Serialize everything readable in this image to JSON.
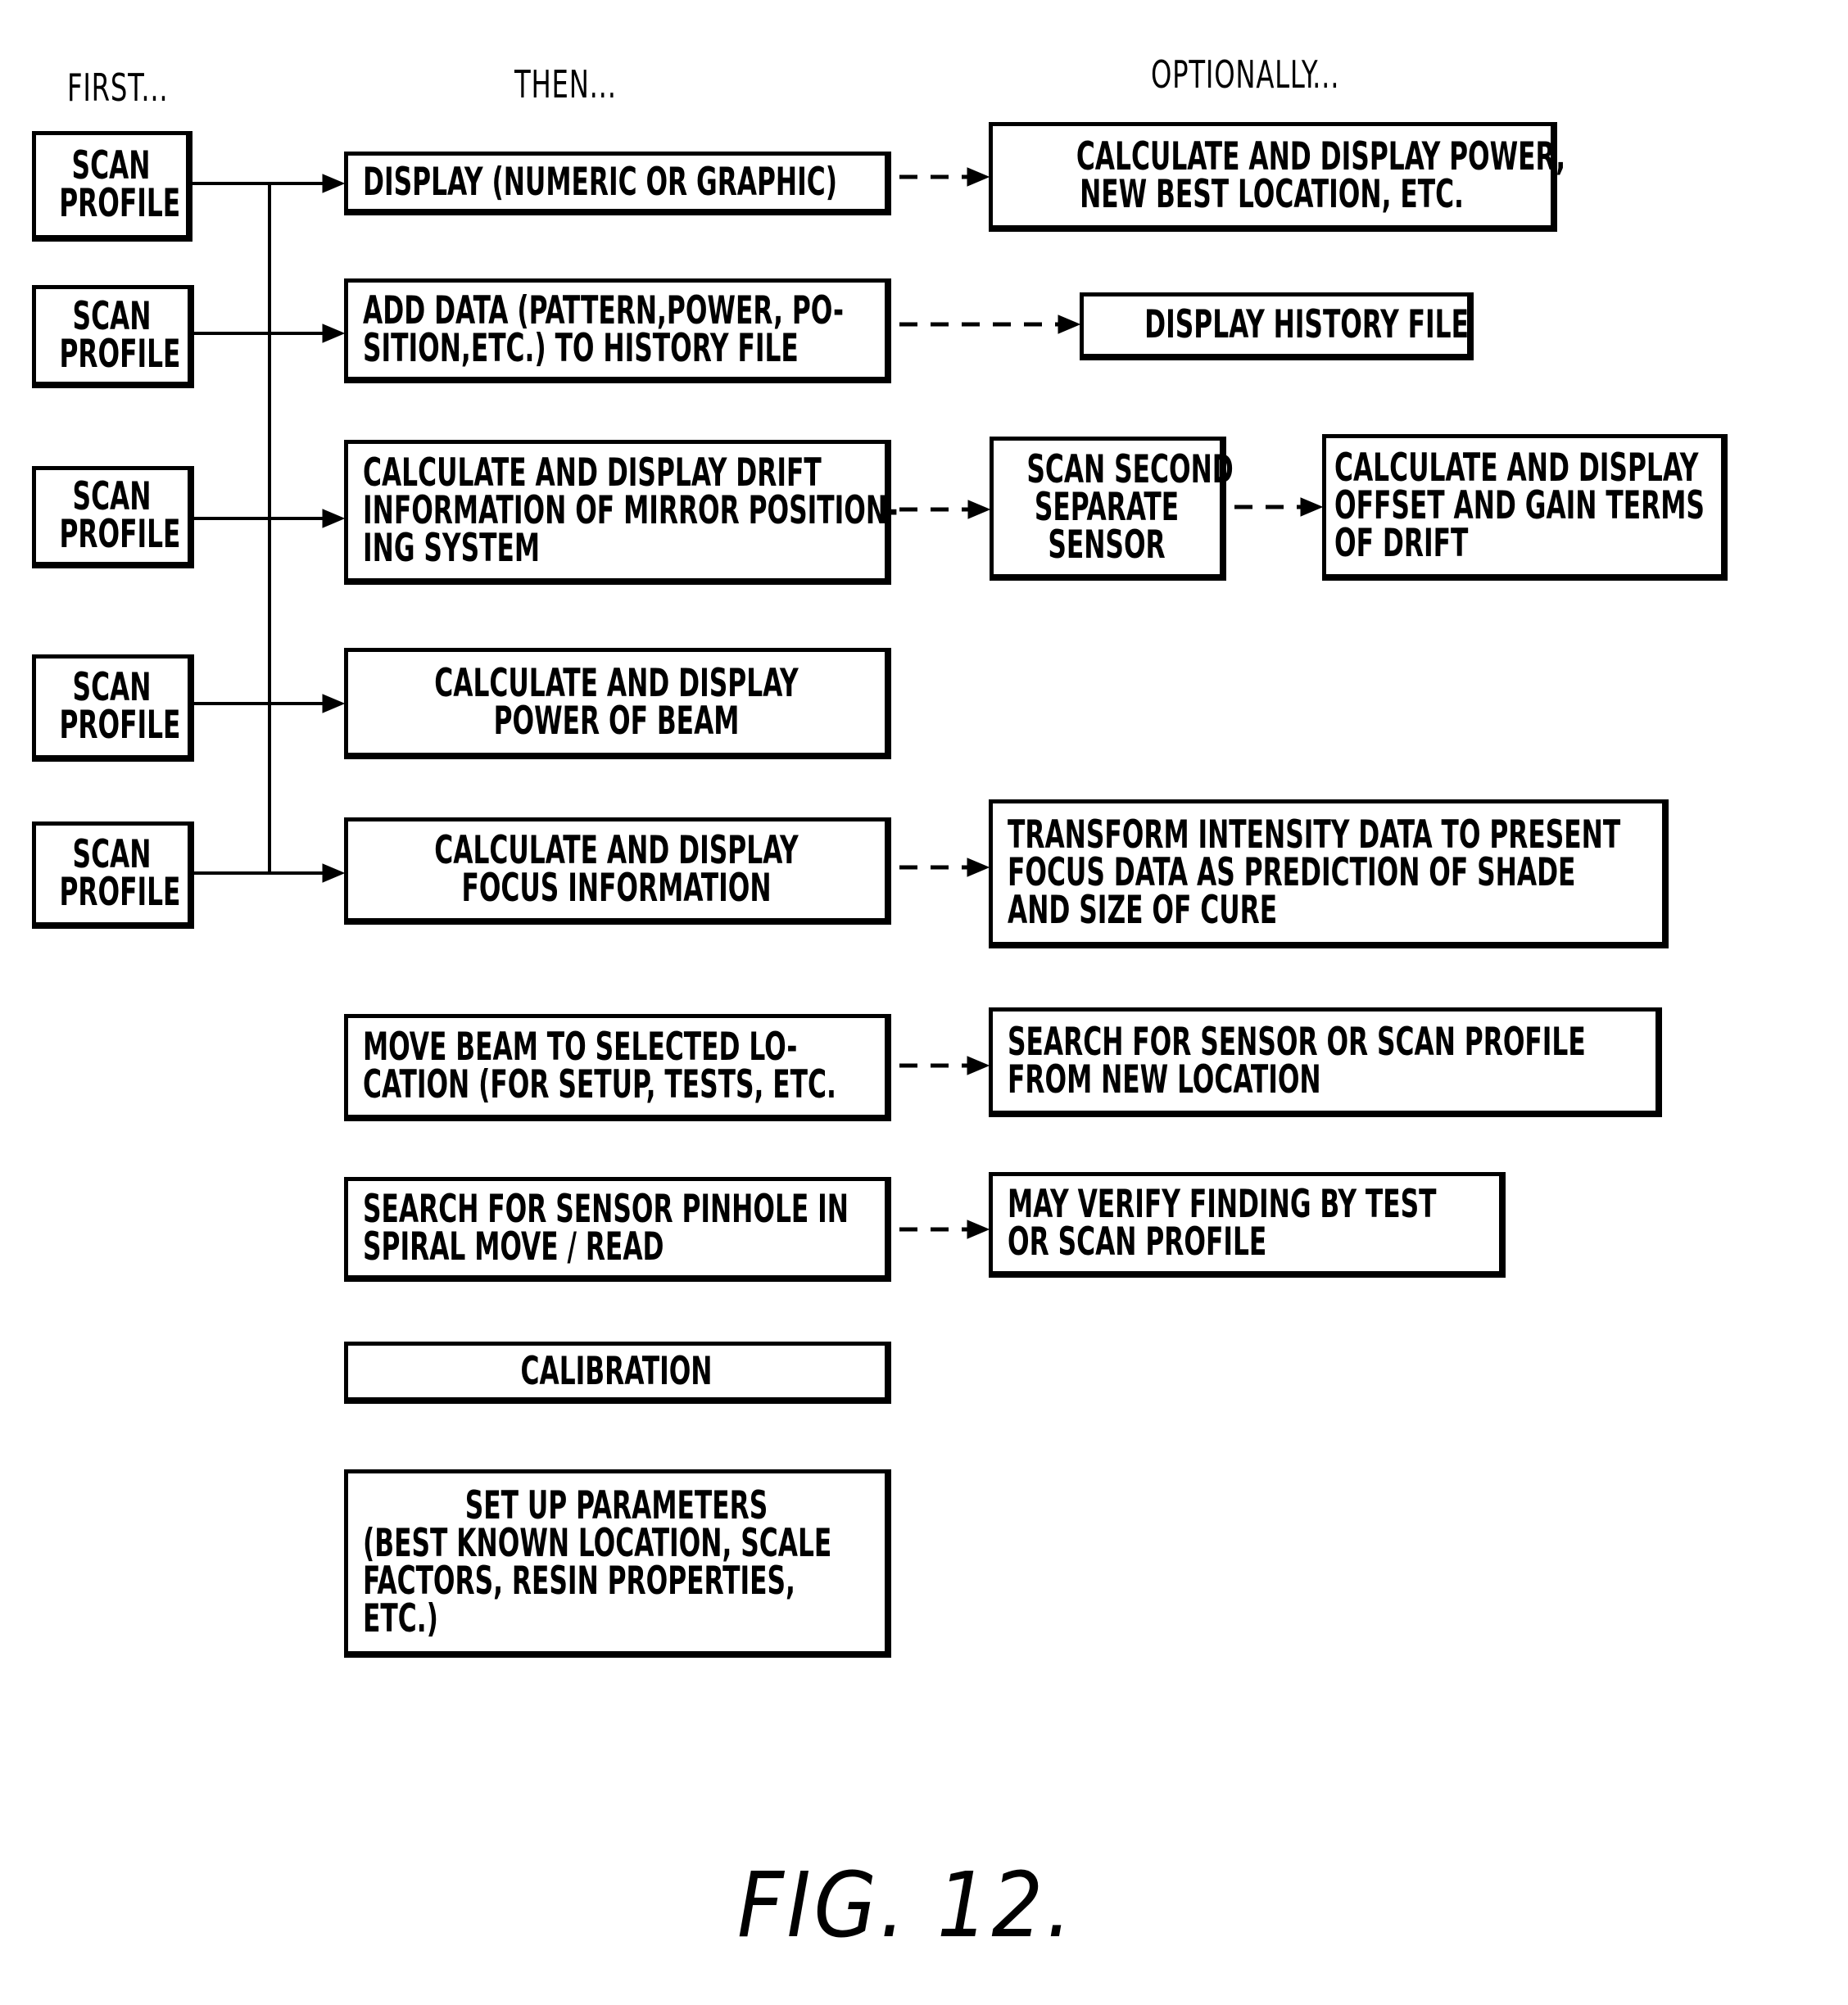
{
  "headers": {
    "first": "FIRST...",
    "then": "THEN...",
    "optionally": "OPTIONALLY..."
  },
  "scan_boxes": [
    {
      "lines": [
        "SCAN",
        "PROFILE"
      ]
    },
    {
      "lines": [
        "SCAN",
        "PROFILE"
      ]
    },
    {
      "lines": [
        "SCAN",
        "PROFILE"
      ]
    },
    {
      "lines": [
        "SCAN",
        "PROFILE"
      ]
    },
    {
      "lines": [
        "SCAN",
        "PROFILE"
      ]
    }
  ],
  "then_boxes": [
    {
      "lines": [
        "DISPLAY (NUMERIC OR GRAPHIC)"
      ]
    },
    {
      "lines": [
        "ADD DATA (PATTERN,POWER, PO-",
        "SITION,ETC.) TO HISTORY FILE"
      ]
    },
    {
      "lines": [
        "CALCULATE  AND  DISPLAY DRIFT",
        "INFORMATION OF MIRROR POSITION-",
        "ING SYSTEM"
      ]
    },
    {
      "lines": [
        "CALCULATE AND DISPLAY",
        "POWER  OF BEAM"
      ]
    },
    {
      "lines": [
        "CALCULATE AND DISPLAY",
        "FOCUS INFORMATION"
      ]
    },
    {
      "lines": [
        "MOVE BEAM TO SELECTED LO-",
        "CATION (FOR SETUP, TESTS, ETC."
      ]
    },
    {
      "lines": [
        "SEARCH FOR SENSOR PINHOLE IN",
        "SPIRAL MOVE / READ"
      ]
    },
    {
      "lines": [
        "CALIBRATION"
      ]
    },
    {
      "lines": [
        "SET UP PARAMETERS",
        "(BEST KNOWN LOCATION, SCALE",
        "FACTORS, RESIN PROPERTIES,",
        "ETC.)"
      ]
    }
  ],
  "optional_boxes": [
    {
      "lines": [
        "CALCULATE AND DISPLAY POWER,",
        "NEW BEST LOCATION, ETC."
      ]
    },
    {
      "lines": [
        "DISPLAY HISTORY FILE"
      ]
    },
    {
      "lines": [
        "SCAN SECOND",
        "SEPARATE",
        "SENSOR"
      ]
    },
    {
      "lines": [
        "CALCULATE AND DISPLAY",
        "OFFSET AND GAIN TERMS",
        "OF DRIFT"
      ]
    },
    {
      "lines": [
        "TRANSFORM INTENSITY DATA TO PRESENT",
        "FOCUS DATA AS PREDICTION OF SHADE",
        "AND SIZE OF CURE"
      ]
    },
    {
      "lines": [
        "SEARCH FOR SENSOR OR SCAN PROFILE",
        "FROM NEW LOCATION"
      ]
    },
    {
      "lines": [
        "MAY VERIFY FINDING BY TEST",
        "OR SCAN PROFILE"
      ]
    }
  ],
  "figure_label": "FIG. 12."
}
